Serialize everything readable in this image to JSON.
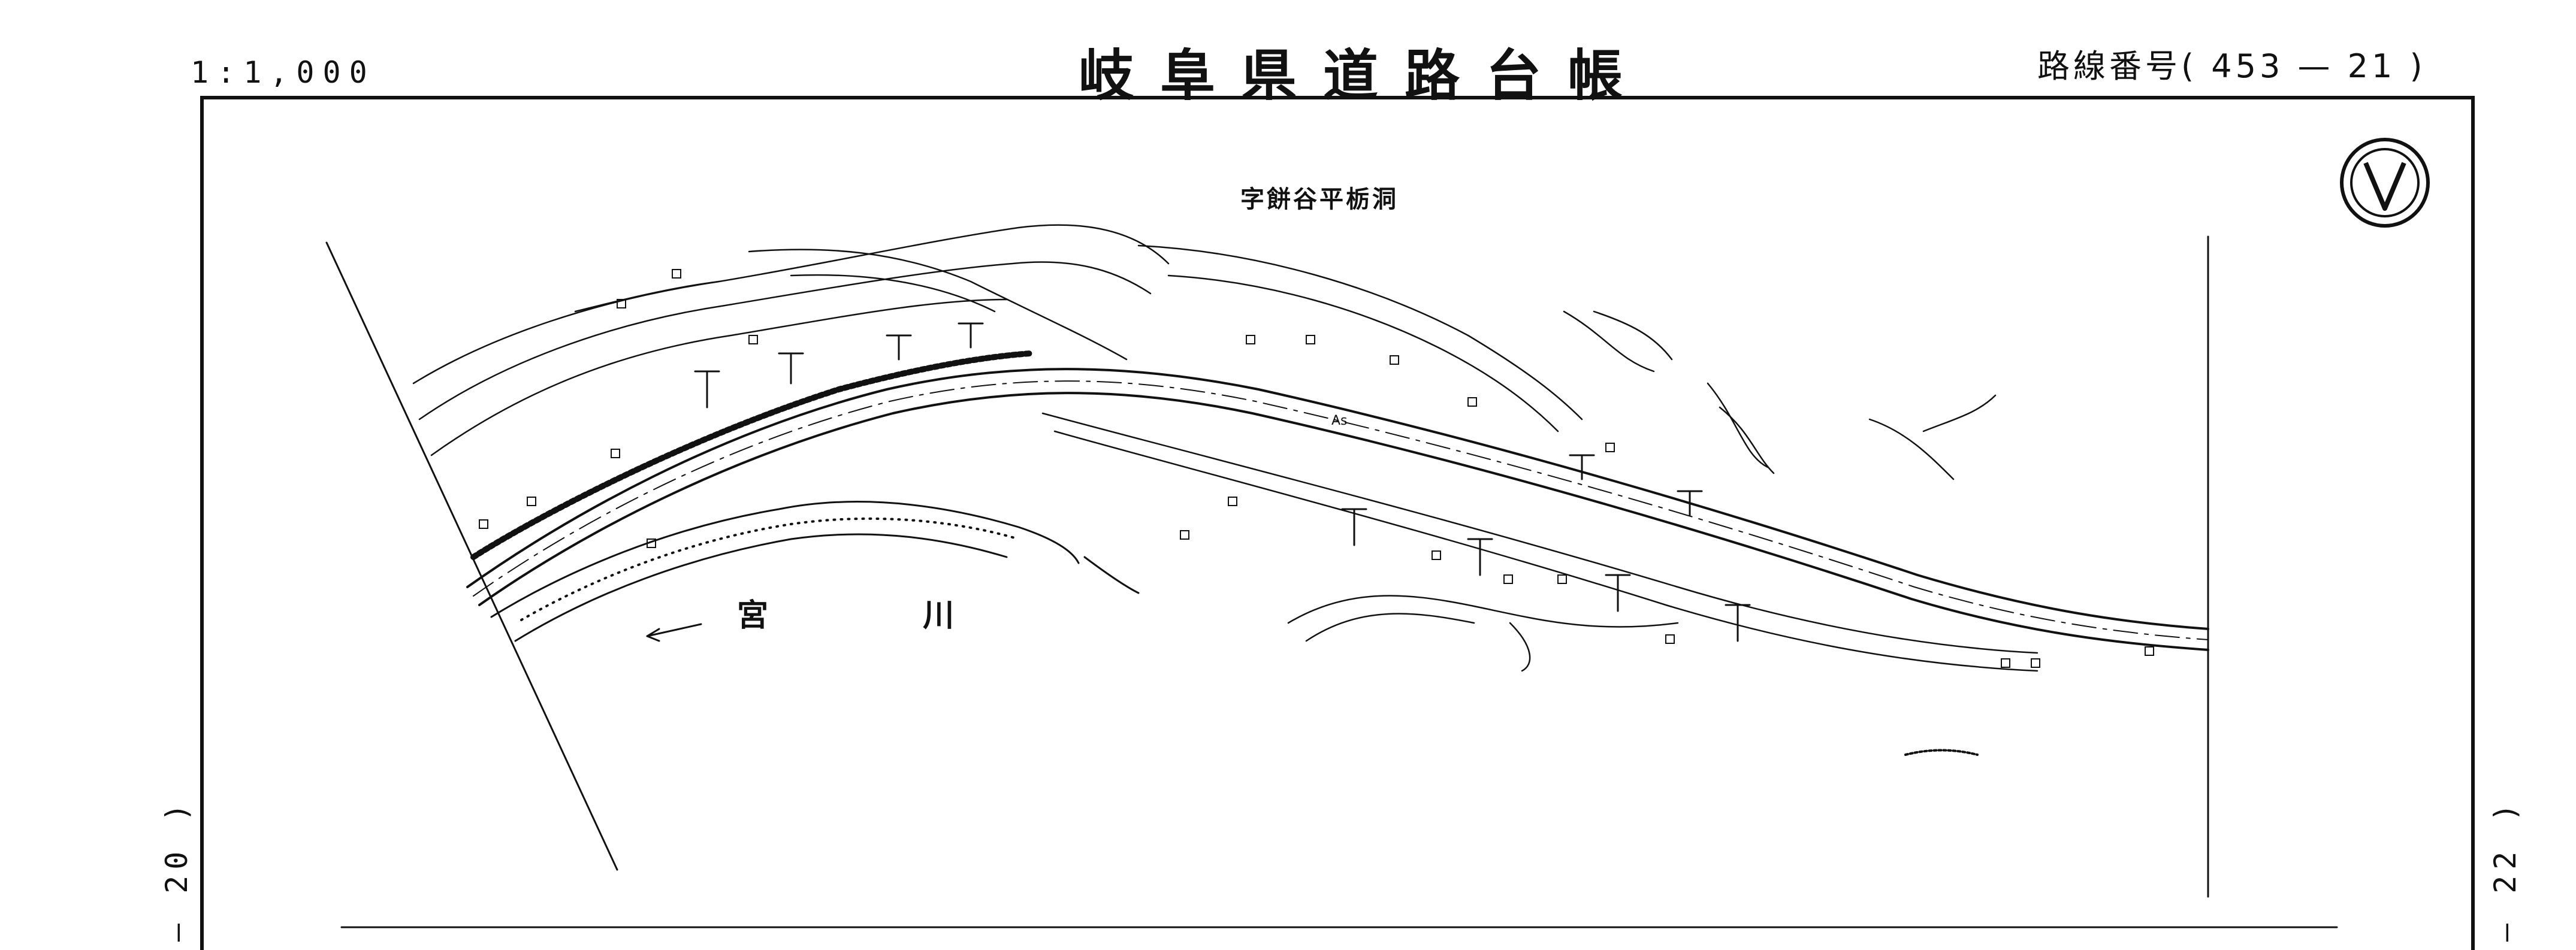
{
  "header": {
    "scale": "1:1,000",
    "title": "岐阜県道路台帳",
    "route_number": "路線番号( 453 — 21 )"
  },
  "page_left": "— 20 )",
  "page_right": "— 22 )",
  "map": {
    "place_name": "字餅谷平栃洞",
    "river_name": "宮 川",
    "pavement_label": "As",
    "north_arrow_icon": "north-arrow-icon",
    "colors": {
      "ink": "#111111",
      "paper": "#ffffff"
    }
  }
}
